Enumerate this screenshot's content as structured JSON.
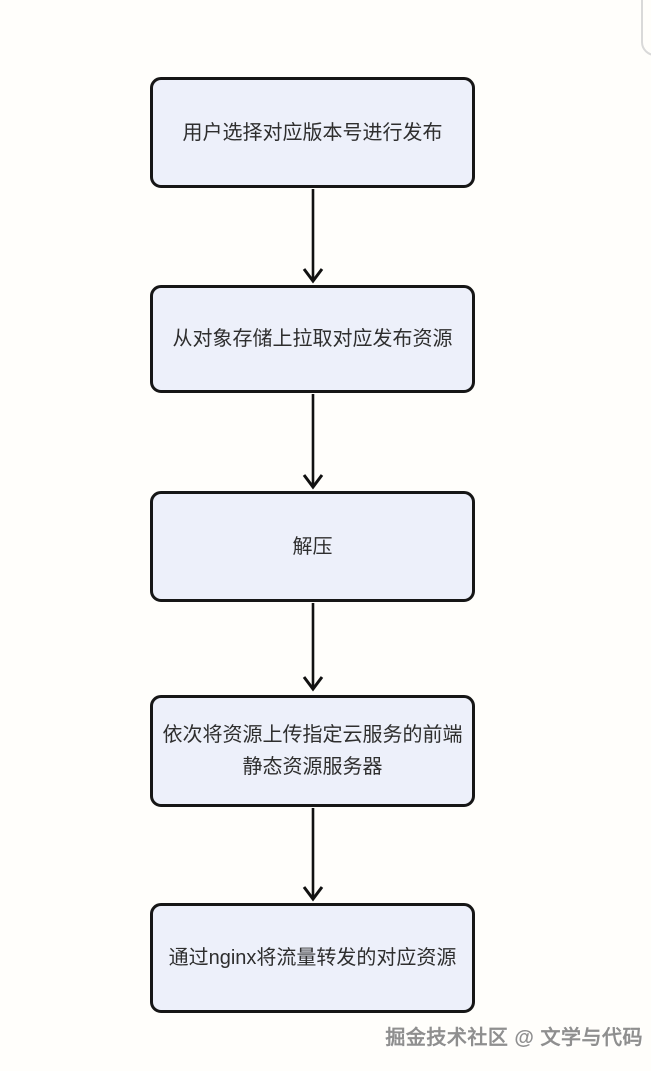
{
  "flowchart": {
    "nodes": [
      {
        "id": "select-version",
        "label": "用户选择对应版本号进行发布"
      },
      {
        "id": "pull-resource",
        "label": "从对象存储上拉取对应发布资源"
      },
      {
        "id": "unzip",
        "label": "解压"
      },
      {
        "id": "upload-static",
        "label": "依次将资源上传指定云服务的前端静态资源服务器"
      },
      {
        "id": "nginx-forward",
        "label": "通过nginx将流量转发的对应资源"
      }
    ],
    "connector_style": "straight-down-arrow"
  },
  "watermark": {
    "text": "掘金技术社区 @ 文学与代码"
  },
  "colors": {
    "background": "#fffefb",
    "node_fill": "#edf0fa",
    "node_border": "#161616",
    "node_text": "#2e2e2e",
    "arrow": "#111111",
    "watermark": "#8f8f8f",
    "corner_border": "#d9d9d9"
  }
}
